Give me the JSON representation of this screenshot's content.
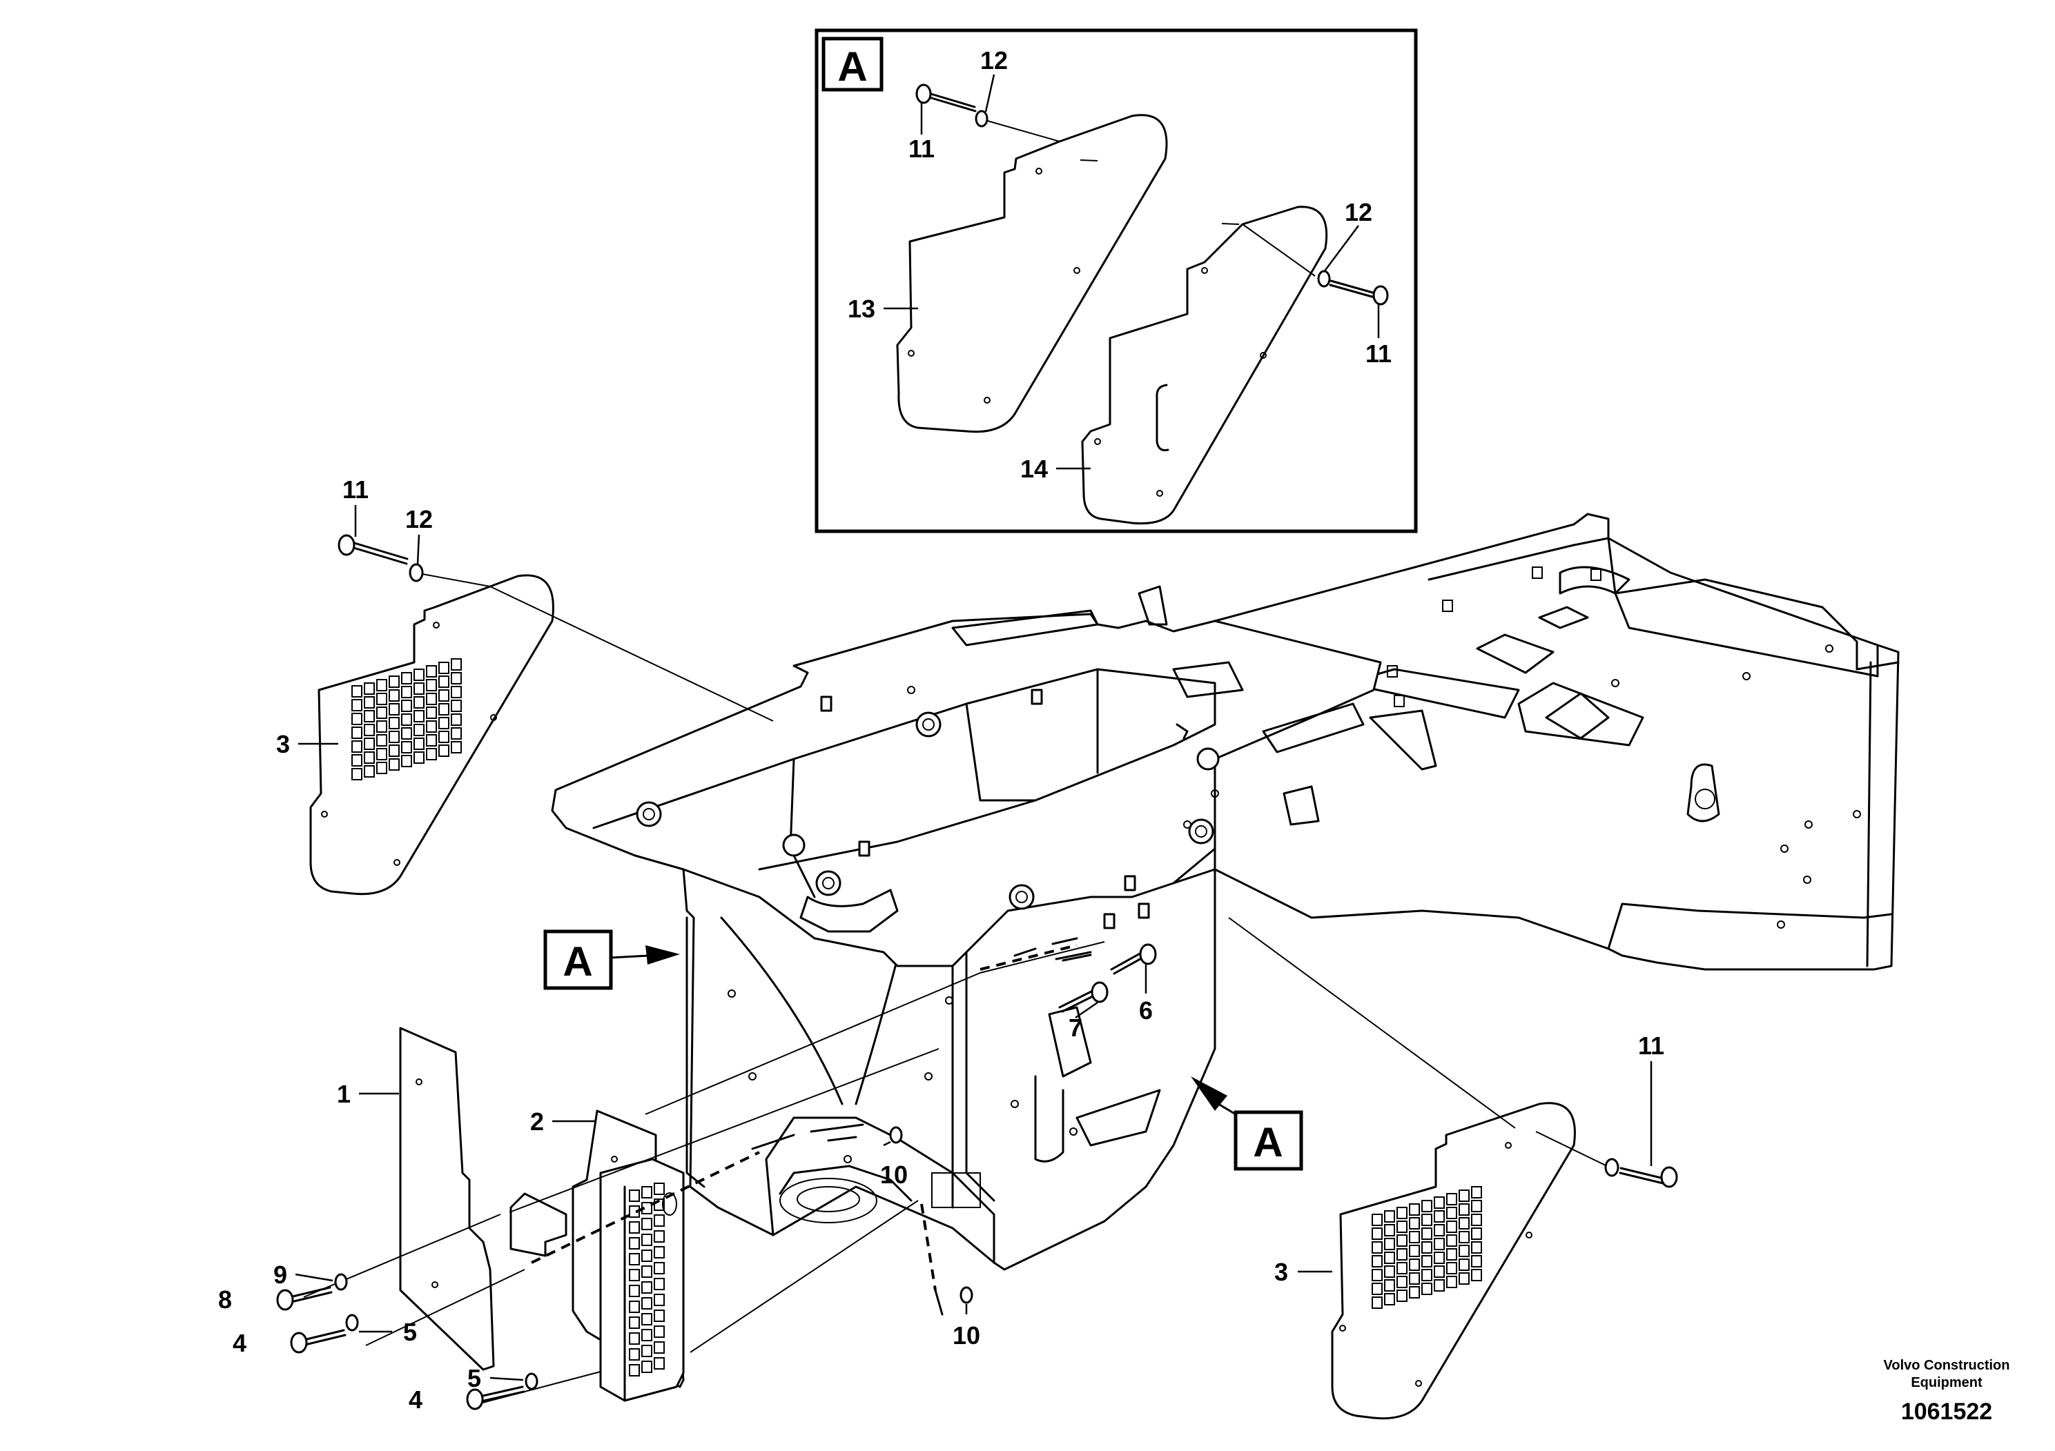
{
  "callouts": {
    "c1": "1",
    "c2": "2",
    "c3a": "3",
    "c3b": "3",
    "c4a": "4",
    "c4b": "4",
    "c5a": "5",
    "c5b": "5",
    "c6": "6",
    "c7": "7",
    "c8": "8",
    "c9": "9",
    "c10a": "10",
    "c10b": "10",
    "c11a": "11",
    "c11b": "11",
    "c11c": "11",
    "c11d": "11",
    "c12a": "12",
    "c12b": "12",
    "c12c": "12",
    "c13": "13",
    "c14": "14"
  },
  "view_labels": {
    "detail_box": "A",
    "ref_left": "A",
    "ref_right": "A"
  },
  "footer": {
    "manufacturer_line1": "Volvo Construction",
    "manufacturer_line2": "Equipment",
    "document_number": "1061522"
  }
}
